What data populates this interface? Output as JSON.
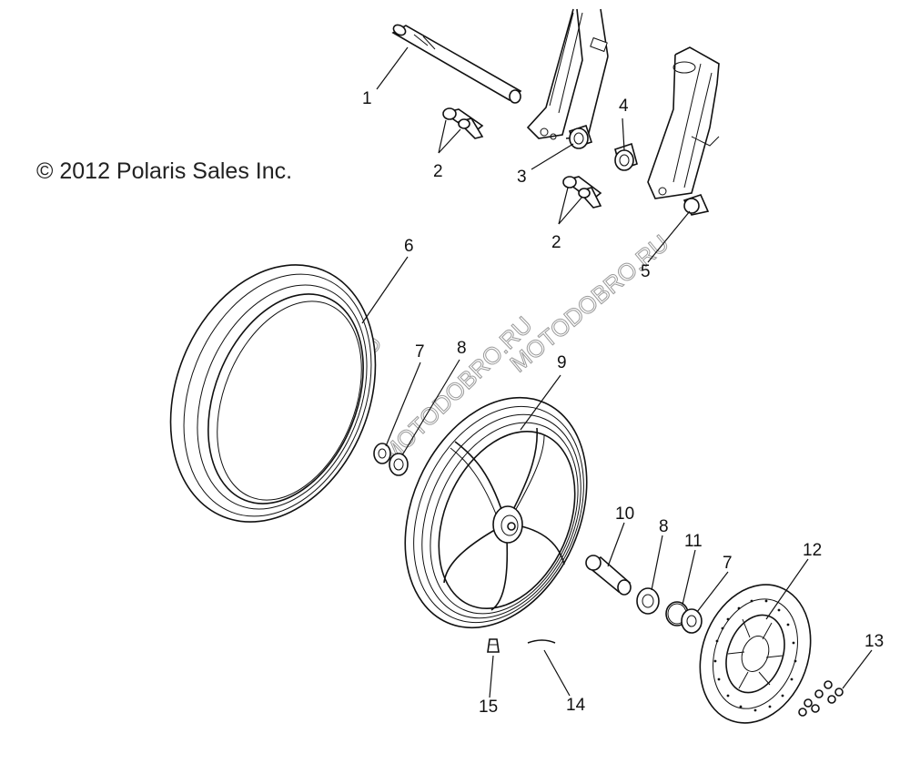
{
  "copyright": "© 2012 Polaris Sales Inc.",
  "watermark": "MOTODOBRO.RU",
  "callouts": [
    {
      "id": "c1",
      "label": "1"
    },
    {
      "id": "c2a",
      "label": "2"
    },
    {
      "id": "c2b",
      "label": "2"
    },
    {
      "id": "c3",
      "label": "3"
    },
    {
      "id": "c4",
      "label": "4"
    },
    {
      "id": "c5",
      "label": "5"
    },
    {
      "id": "c6",
      "label": "6"
    },
    {
      "id": "c7a",
      "label": "7"
    },
    {
      "id": "c8a",
      "label": "8"
    },
    {
      "id": "c9",
      "label": "9"
    },
    {
      "id": "c10",
      "label": "10"
    },
    {
      "id": "c8b",
      "label": "8"
    },
    {
      "id": "c11",
      "label": "11"
    },
    {
      "id": "c7b",
      "label": "7"
    },
    {
      "id": "c12",
      "label": "12"
    },
    {
      "id": "c13",
      "label": "13"
    },
    {
      "id": "c14",
      "label": "14"
    },
    {
      "id": "c15",
      "label": "15"
    }
  ]
}
